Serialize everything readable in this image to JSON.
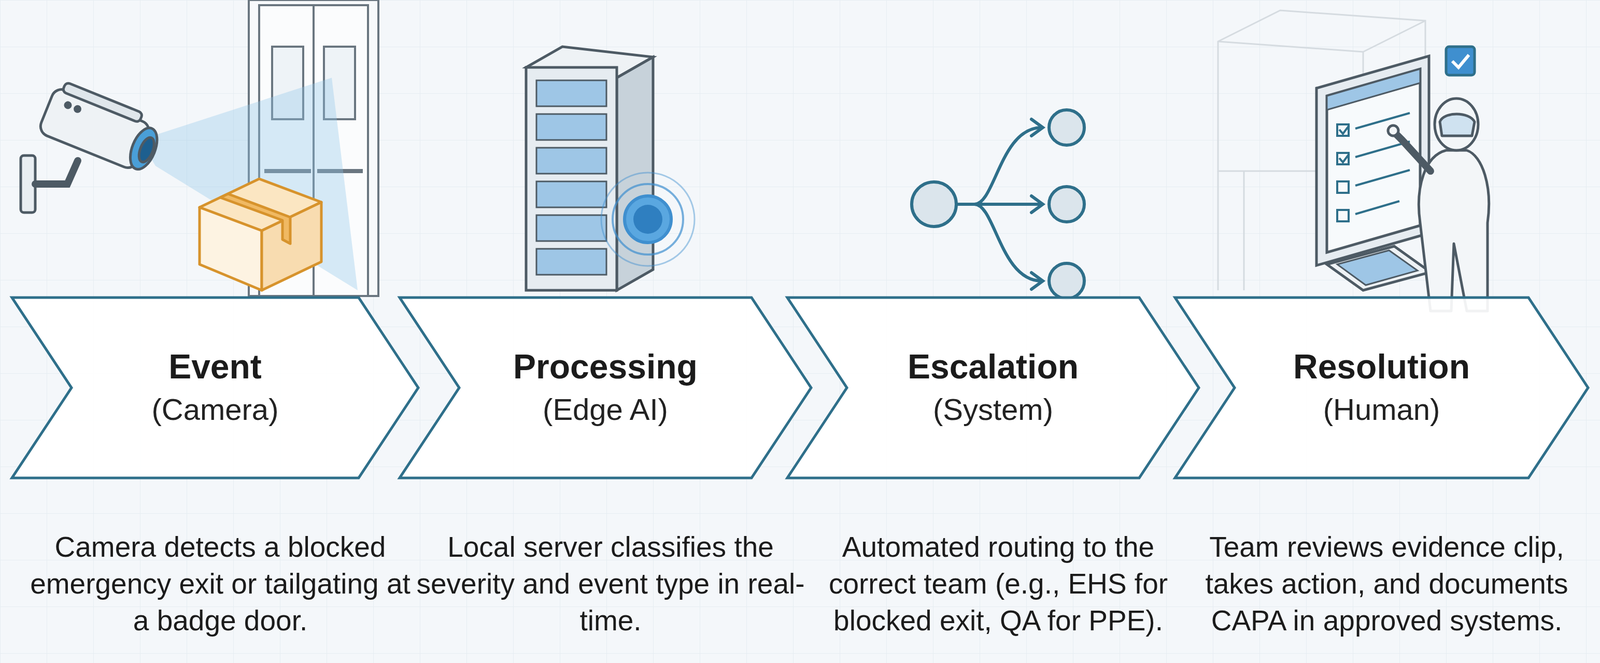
{
  "diagram": {
    "nodes": [
      {
        "text": [
          "Event",
          "(Camera)",
          "Camera detects a blocked emergency exit or tailgating at a badge door."
        ]
      },
      {
        "text": [
          "Processing",
          "(Edge AI)",
          "Local server classifies the severity and event type in real-time."
        ]
      },
      {
        "text": [
          "Escalation",
          "(System)",
          "Automated routing to the correct team (e.g., EHS for blocked exit, QA for PPE)."
        ]
      },
      {
        "text": [
          "Resolution",
          "(Human)",
          "Team reviews evidence clip, takes action, and documents CAPA in approved systems."
        ]
      }
    ]
  }
}
